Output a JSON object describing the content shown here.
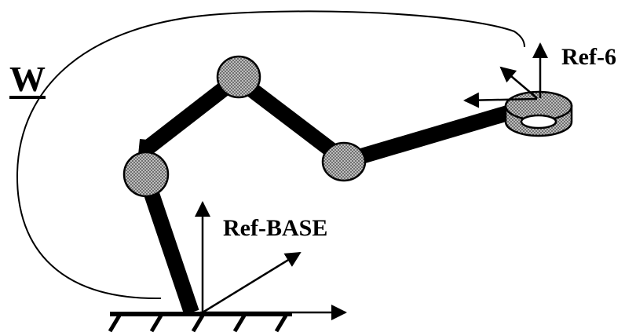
{
  "labels": {
    "world": "W",
    "base_frame": "Ref-BASE",
    "end_frame": "Ref-6"
  },
  "colors": {
    "ink": "#000000",
    "joint_fill": "#9a9a9a",
    "background": "#ffffff"
  }
}
